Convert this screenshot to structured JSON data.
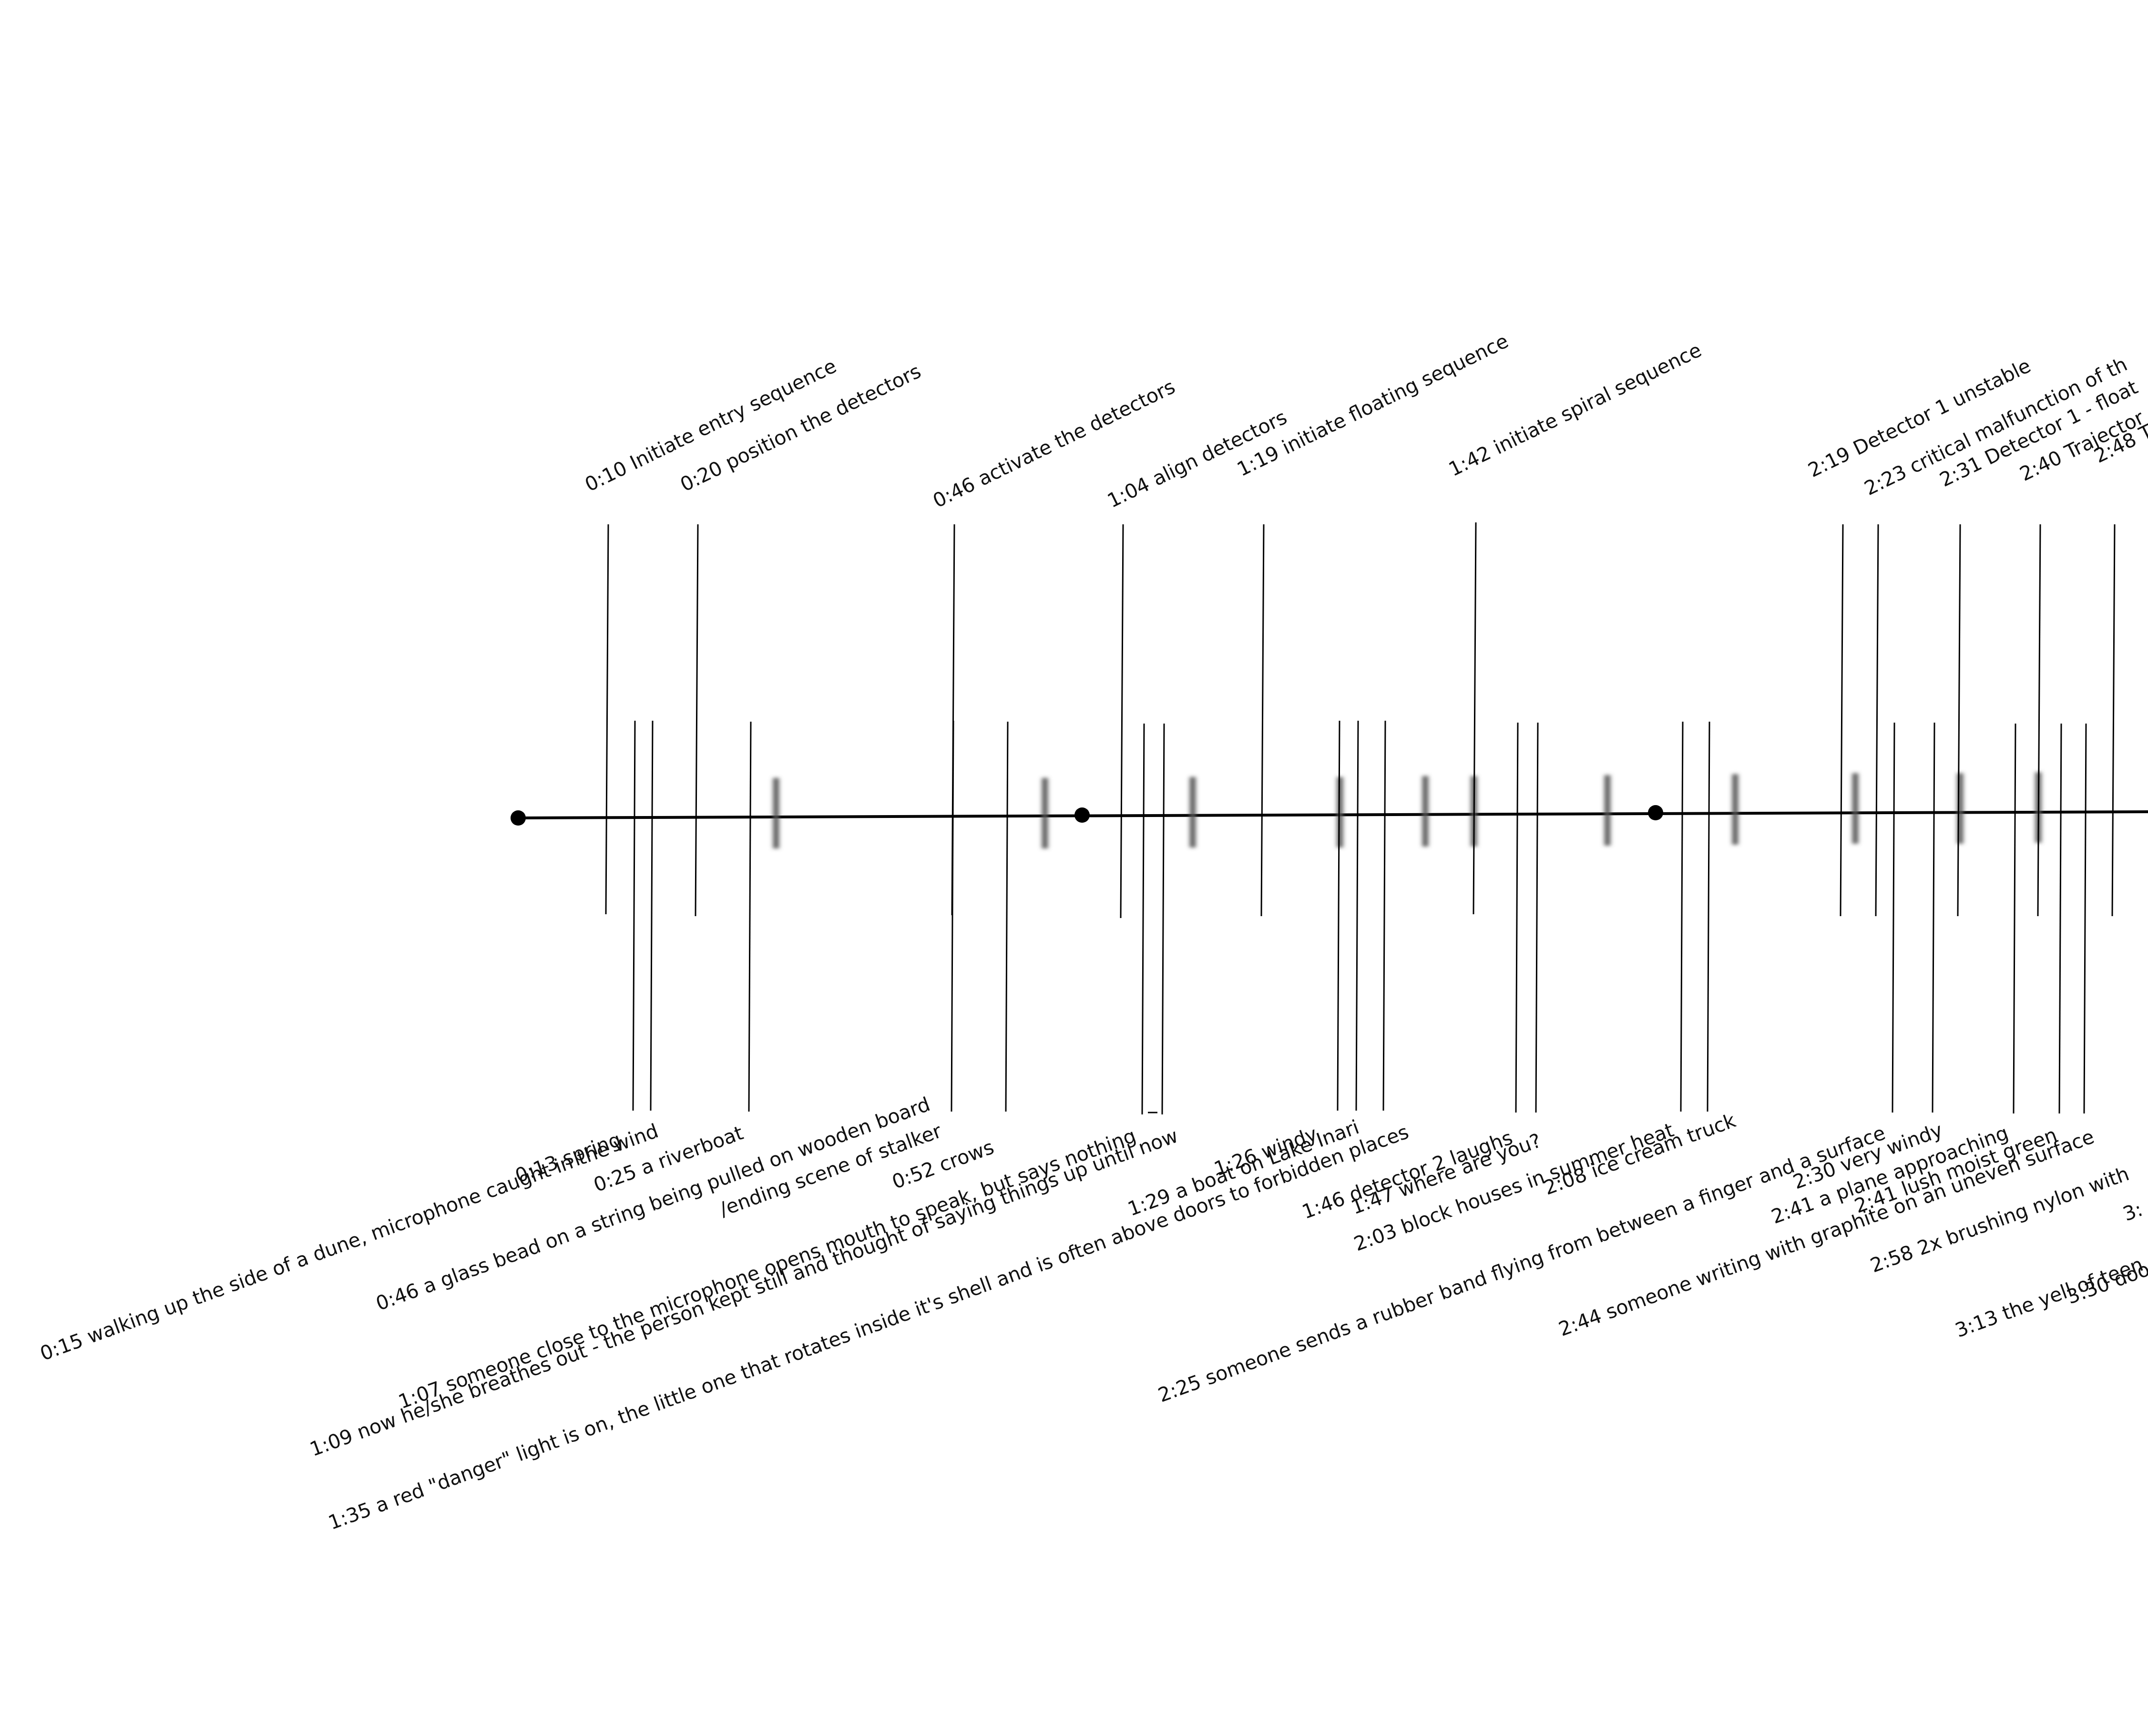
{
  "timeline": {
    "top_events": [
      {
        "label": "0:10 Initiate entry sequence"
      },
      {
        "label": "0:20 position the detectors"
      },
      {
        "label": "0:46 activate the detectors"
      },
      {
        "label": "1:04 align detectors"
      },
      {
        "label": "1:19 initiate floating sequence"
      },
      {
        "label": "1:42 initiate spiral sequence"
      },
      {
        "label": "2:19 Detector 1 unstable"
      },
      {
        "label": "2:23 critical malfunction of th"
      },
      {
        "label": "2:31 Detector 1 - float"
      },
      {
        "label": "2:40 Trajector"
      },
      {
        "label": "2:48 T"
      }
    ],
    "bottom_events": [
      {
        "label": "0:13 spring"
      },
      {
        "label": "0:15 walking up the side of a dune, microphone caught in the wind"
      },
      {
        "label": "0:25 a riverboat"
      },
      {
        "label": "0:46 a glass bead on a string being pulled on wooden board"
      },
      {
        "label": "/ending scene of stalker"
      },
      {
        "label": "0:52 crows"
      },
      {
        "label": "1:07 someone close to the microphone opens mouth to speak, but says nothing"
      },
      {
        "label": "1:09 now he/she breathes out - the person kept still and thought of saying things up until now"
      },
      {
        "label": "1:26 windy"
      },
      {
        "label": "1:29 a boat on Lake Inari"
      },
      {
        "label": "1:35 a red \"danger\" light is on, the little one that rotates inside it's shell and is often above doors to forbidden places"
      },
      {
        "label": "1:46 detector 2 laughs"
      },
      {
        "label": "1:47 where are you?"
      },
      {
        "label": "2:03 block houses in summer heat"
      },
      {
        "label": "2:08 ice cream truck"
      },
      {
        "label": "2:25 someone sends a rubber band flying from between a finger and a surface"
      },
      {
        "label": "2:30 very windy"
      },
      {
        "label": "2:41 a plane approaching"
      },
      {
        "label": "2:41 lush moist green"
      },
      {
        "label": "2:44 someone writing with graphite on an uneven surface"
      },
      {
        "label": "2:58 2x brushing nylon with"
      },
      {
        "label": "3:"
      },
      {
        "label": "3:13 the yell of teen"
      },
      {
        "label": "3:30 doo"
      }
    ]
  },
  "colors": {
    "line": "#000000",
    "blur_mark": "#555555",
    "text": "#111111",
    "background": "#ffffff"
  }
}
